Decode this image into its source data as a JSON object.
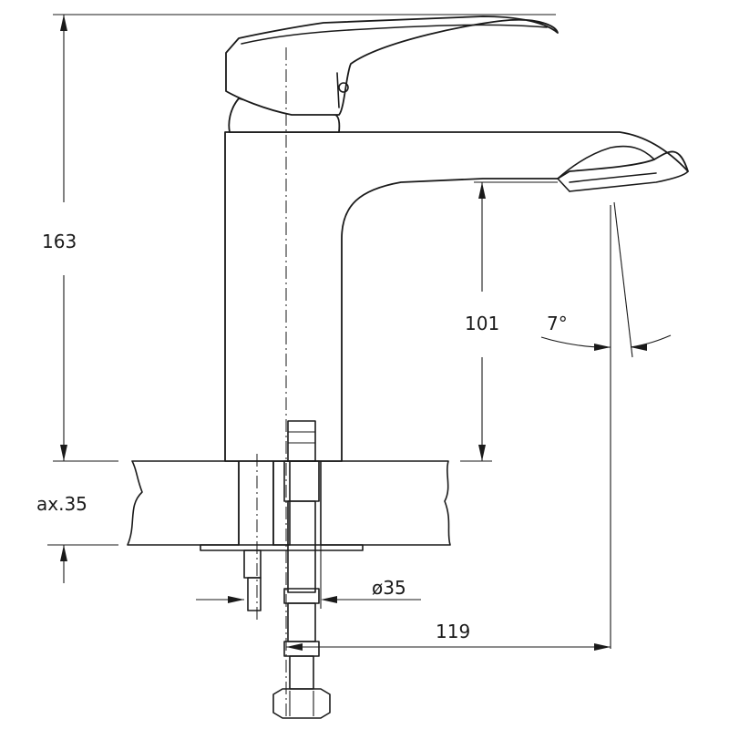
{
  "dimensions": {
    "total_height": "163",
    "spout_height": "101",
    "spout_angle": "7°",
    "countertop_thickness": "ax.35",
    "mount_hole": "ø35",
    "spout_reach": "119"
  }
}
